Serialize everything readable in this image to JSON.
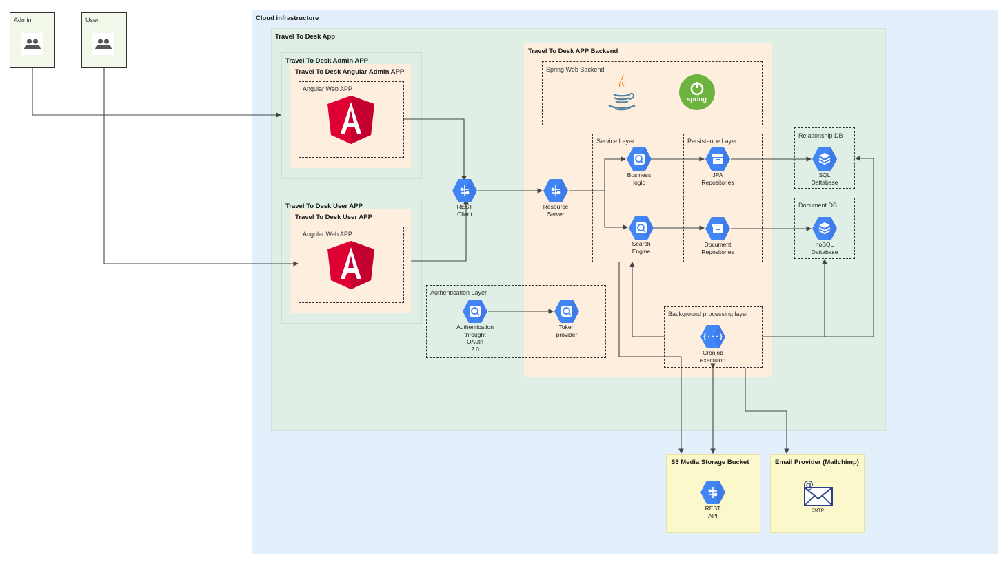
{
  "actors": {
    "admin": "Admin",
    "user": "User"
  },
  "regions": {
    "cloud": "Cloud infrastructure",
    "app": "Travel To Desk App",
    "admin_app": "Travel To Desk Admin APP",
    "admin_angular": "Travel To Desk Angular Admin APP",
    "admin_web": "Angular Web APP",
    "user_app": "Travel To Desk User APP",
    "user_angular": "Travel To Desk User  APP",
    "user_web": "Angular Web APP",
    "backend": "Travel To Desk APP Backend",
    "spring": "Spring Web Backend",
    "service_layer": "Service Layer",
    "persistence_layer": "Persistence Layer",
    "relational_db": "Relationship DB",
    "document_db": "Document DB",
    "auth_layer": "Authentication Layer",
    "background": "Background processing layer",
    "s3": "S3 Media Storage Bucket",
    "email": "Email Provider (Mailchimp)"
  },
  "nodes": {
    "rest_client": "REST\nClient",
    "resource_server": "Resource\nServer",
    "business_logic": "Business\nlogic",
    "search_engine": "Search\nEngine",
    "jpa": "JPA\nRepositories",
    "doc_repos": "Document\nRepositories",
    "sql": "SQL\nDattabase",
    "nosql": "noSQL\nDattabase",
    "auth": "Authentication\nthrought\nOAuth\n2.0",
    "token": "Token\nprovider",
    "cron": "Cronjob\nexectuion",
    "rest_api": "REST\nAPI",
    "smtp": "SMTP",
    "spring_logo_text": "spring"
  },
  "colors": {
    "cloud_bg": "#e3f0fb",
    "app_bg": "#e0efe6",
    "component_bg": "#fdeedd",
    "actor_bg": "#f1f7e9",
    "external_bg": "#fbf8cb",
    "hex_blue": "#4285f4",
    "angular_red": "#dd0031",
    "spring_green": "#6db33f"
  },
  "icons": {
    "actor": "people-icon",
    "angular": "angular-logo",
    "java": "java-logo",
    "spring": "spring-logo",
    "rest": "api-icon",
    "search": "search-icon",
    "storage": "storage-icon",
    "database": "database-icon",
    "cron": "code-icon",
    "email": "envelope-icon"
  }
}
